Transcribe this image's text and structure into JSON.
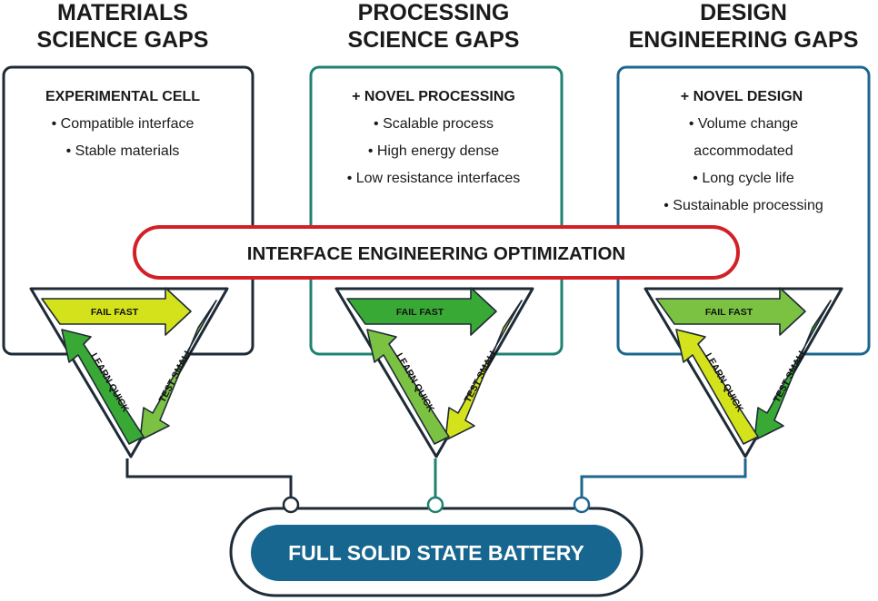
{
  "columns": [
    {
      "title_lines": [
        "MATERIALS",
        "SCIENCE GAPS"
      ],
      "heading": "EXPERIMENTAL CELL",
      "items": [
        "• Compatible interface",
        "• Stable materials"
      ],
      "border_color": "#1e2a36"
    },
    {
      "title_lines": [
        "PROCESSING",
        "SCIENCE GAPS"
      ],
      "heading": "+ NOVEL PROCESSING",
      "items": [
        "• Scalable process",
        "• High energy dense",
        "• Low resistance interfaces"
      ],
      "border_color": "#1f8170"
    },
    {
      "title_lines": [
        "DESIGN",
        "ENGINEERING GAPS"
      ],
      "heading": "+ NOVEL DESIGN",
      "items": [
        "• Volume change",
        "accommodated",
        "• Long cycle life",
        "• Sustainable processing"
      ],
      "border_color": "#1d6690"
    }
  ],
  "banner": {
    "label": "INTERFACE ENGINEERING OPTIMIZATION",
    "border_color": "#d32027"
  },
  "cycle": {
    "labels": {
      "fail_fast": "FAIL FAST",
      "test_small": "TEST SMALL",
      "learn_quick": "LEARN QUICK"
    },
    "colors": {
      "light_green": "#d4e21c",
      "mid_green": "#7cc242",
      "dark_green": "#39a935"
    }
  },
  "battery": {
    "label": "FULL SOLID STATE BATTERY",
    "fill_color": "#17668f"
  }
}
